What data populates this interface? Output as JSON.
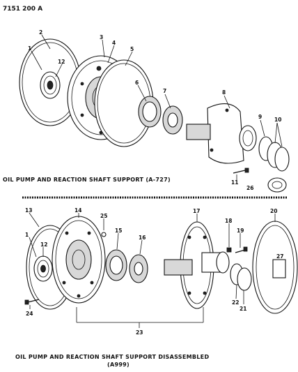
{
  "ref_number": "7151 200 A",
  "top_section": {
    "caption": "OIL PUMP AND REACTION SHAFT SUPPORT (A-727)",
    "callouts": [
      "1",
      "2",
      "3",
      "4",
      "5",
      "6",
      "7",
      "8",
      "9",
      "10",
      "11",
      "12",
      "26"
    ]
  },
  "bottom_section": {
    "caption_line1": "OIL PUMP AND REACTION SHAFT SUPPORT DISASSEMBLED",
    "caption_line2": "(A999)",
    "callouts": [
      "1",
      "12",
      "13",
      "14",
      "15",
      "16",
      "17",
      "18",
      "19",
      "20",
      "21",
      "22",
      "23",
      "24",
      "25",
      "27"
    ]
  }
}
